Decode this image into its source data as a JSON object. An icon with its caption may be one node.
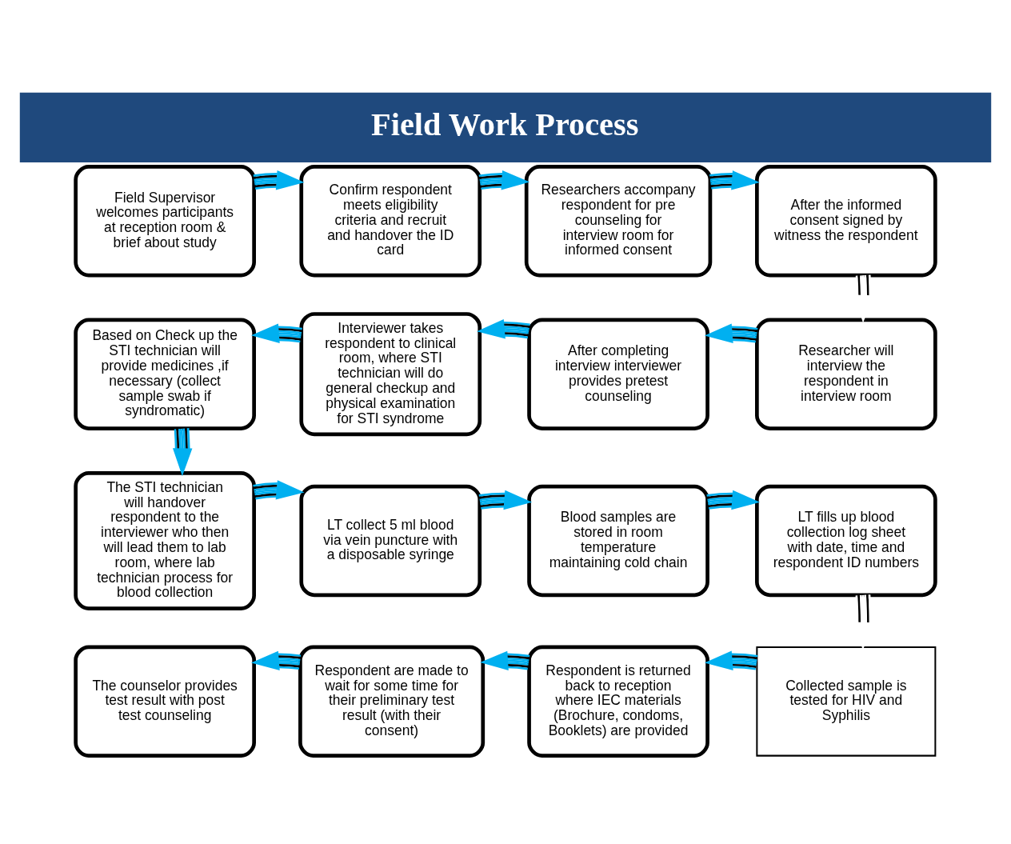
{
  "diagram": {
    "title": "Field Work Process",
    "nodes": [
      {
        "text": [
          "Field Supervisor welcomes participants at reception room & brief about study"
        ]
      },
      {
        "text": [
          "Confirm respondent meets eligibility criteria and recruit and handover the ID card"
        ]
      },
      {
        "text": [
          "Researchers accompany respondent for pre counseling for interview room for informed consent"
        ]
      },
      {
        "text": [
          "After the informed consent signed by witness the respondent"
        ]
      },
      {
        "text": [
          "Researcher will interview the respondent in interview room"
        ]
      },
      {
        "text": [
          "After completing interview interviewer provides pretest counseling"
        ]
      },
      {
        "text": [
          "Interviewer takes respondent to clinical room, where STI technician will do general checkup and physical examination for STI syndrome"
        ]
      },
      {
        "text": [
          "Based on Check up the STI technician will provide medicines ,if necessary (collect sample swab if syndromatic)"
        ]
      },
      {
        "text": [
          "The STI technician will handover respondent to the interviewer who then will lead them to lab room, where lab technician process for blood collection"
        ]
      },
      {
        "text": [
          "LT collect 5 ml blood via vein puncture with a disposable syringe"
        ]
      },
      {
        "text": [
          "Blood samples are stored in room temperature maintaining cold chain"
        ]
      },
      {
        "text": [
          "LT fills up blood collection log sheet with date, time and respondent ID numbers"
        ]
      },
      {
        "text": [
          "Collected sample is tested for HIV and Syphilis"
        ]
      },
      {
        "text": [
          "Respondent is returned back to reception where IEC materials (Brochure, condoms, Booklets) are provided"
        ]
      },
      {
        "text": [
          "Respondent are made to wait for some time for their preliminary test result (with their consent)"
        ]
      },
      {
        "text": [
          "The counselor provides test result with post test counseling"
        ]
      }
    ],
    "edges": [
      {
        "from": 0,
        "to": 1,
        "arrow": "to"
      },
      {
        "from": 1,
        "to": 2,
        "arrow": "to"
      },
      {
        "from": 2,
        "to": 3,
        "arrow": "to"
      },
      {
        "from": 3,
        "to": 4,
        "arrow": "to",
        "color": "#ffffff"
      },
      {
        "from": 4,
        "to": 5,
        "arrow": "to"
      },
      {
        "from": 5,
        "to": 6,
        "arrow": "to"
      },
      {
        "from": 6,
        "to": 7,
        "arrow": "to"
      },
      {
        "from": 7,
        "to": 8,
        "arrow": "to"
      },
      {
        "from": 8,
        "to": 9,
        "arrow": "to"
      },
      {
        "from": 9,
        "to": 10,
        "arrow": "to"
      },
      {
        "from": 10,
        "to": 11,
        "arrow": "to"
      },
      {
        "from": 11,
        "to": 12,
        "arrow": "to",
        "color": "#ffffff"
      },
      {
        "from": 12,
        "to": 13,
        "arrow": "to"
      },
      {
        "from": 13,
        "to": 14,
        "arrow": "to"
      },
      {
        "from": 14,
        "to": 15,
        "arrow": "to"
      }
    ]
  }
}
